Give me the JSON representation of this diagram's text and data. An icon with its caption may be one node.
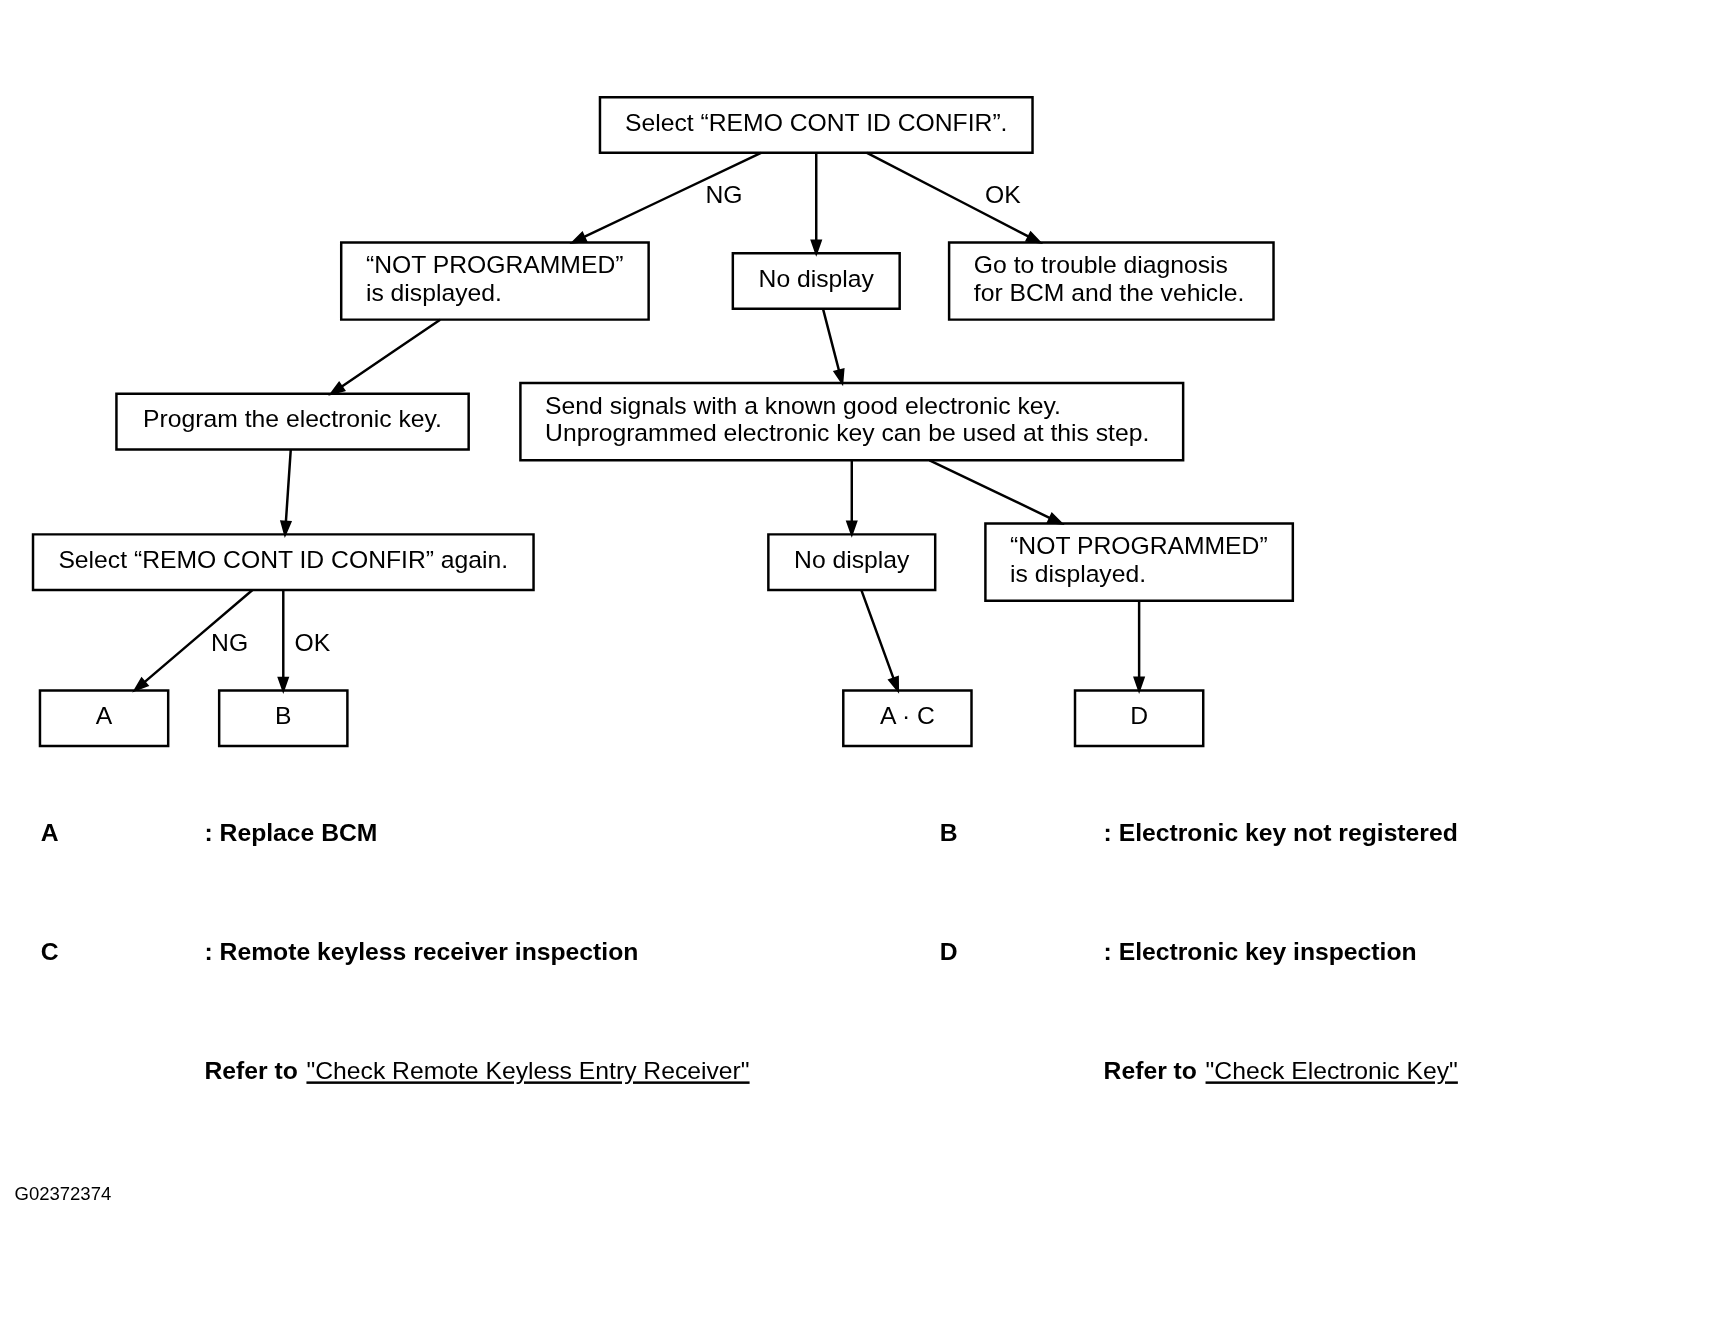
{
  "diagram": {
    "nodes": [
      {
        "text": [
          "Select “REMO CONT ID CONFIR”."
        ]
      },
      {
        "text": [
          "“NOT PROGRAMMED” is displayed."
        ]
      },
      {
        "text": [
          "No display"
        ]
      },
      {
        "text": [
          "Go to trouble diagnosis for BCM and the vehicle."
        ]
      },
      {
        "text": [
          "Program the electronic key."
        ]
      },
      {
        "text": [
          "Send signals with a known good electronic key. Unprogrammed electronic key can be used at this step."
        ]
      },
      {
        "text": [
          "Select “REMO CONT ID CONFIR” again."
        ]
      },
      {
        "text": [
          "No display"
        ]
      },
      {
        "text": [
          "“NOT PROGRAMMED” is displayed."
        ]
      },
      {
        "text": [
          "A"
        ]
      },
      {
        "text": [
          "B"
        ]
      },
      {
        "text": [
          "A · C"
        ]
      },
      {
        "text": [
          "D"
        ]
      }
    ],
    "edges": [
      {
        "from": 0,
        "to": 1,
        "arrow": "to",
        "label": "NG"
      },
      {
        "from": 0,
        "to": 2,
        "arrow": "to"
      },
      {
        "from": 0,
        "to": 3,
        "arrow": "to",
        "label": "OK"
      },
      {
        "from": 1,
        "to": 4,
        "arrow": "to"
      },
      {
        "from": 2,
        "to": 5,
        "arrow": "to"
      },
      {
        "from": 4,
        "to": 6,
        "arrow": "to"
      },
      {
        "from": 5,
        "to": 7,
        "arrow": "to"
      },
      {
        "from": 5,
        "to": 8,
        "arrow": "to"
      },
      {
        "from": 6,
        "to": 9,
        "arrow": "to",
        "label": "NG"
      },
      {
        "from": 6,
        "to": 10,
        "arrow": "to",
        "label": "OK"
      },
      {
        "from": 7,
        "to": 11,
        "arrow": "to"
      },
      {
        "from": 8,
        "to": 12,
        "arrow": "to"
      }
    ],
    "labels": [
      "A",
      ": Replace BCM",
      "B",
      ": Electronic key not registered",
      "C",
      ": Remote keyless receiver inspection",
      "D",
      ": Electronic key inspection",
      "**Refer to** \"Check Remote Keyless Entry Receiver\"",
      "**Refer to** \"Check Electronic Key\"",
      "G02372374"
    ]
  }
}
